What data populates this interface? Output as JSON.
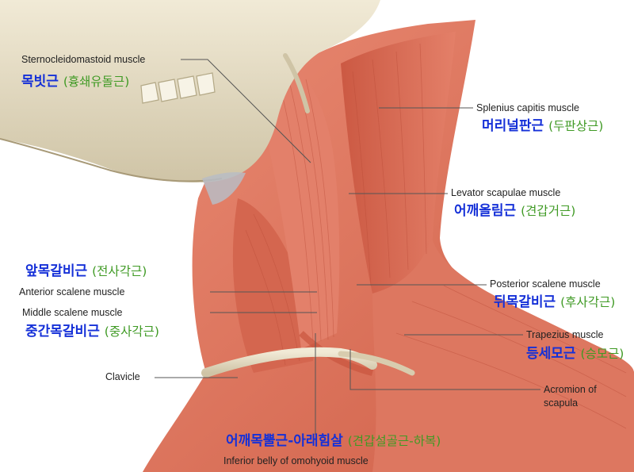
{
  "colors": {
    "english_text": "#222222",
    "korean_primary": "#1530d8",
    "korean_secondary": "#3f9a24",
    "leader_line": "#555555",
    "muscle": "#d9705a",
    "bone": "#e6dcc0"
  },
  "labels": {
    "scm": {
      "en": "Sternocleidomastoid muscle",
      "ko": "목빗근",
      "alt": "(흉쇄유돌근)"
    },
    "splenius": {
      "en": "Splenius capitis muscle",
      "ko": "머리널판근",
      "alt": "(두판상근)"
    },
    "levator": {
      "en": "Levator scapulae muscle",
      "ko": "어깨올림근",
      "alt": "(견갑거근)"
    },
    "anterior": {
      "en": "Anterior scalene muscle",
      "ko": "앞목갈비근",
      "alt": "(전사각근)"
    },
    "middle": {
      "en": "Middle scalene muscle",
      "ko": "중간목갈비근",
      "alt": "(중사각근)"
    },
    "posterior": {
      "en": "Posterior scalene muscle",
      "ko": "뒤목갈비근",
      "alt": "(후사각근)"
    },
    "trapezius": {
      "en": "Trapezius muscle",
      "ko": "등세모근",
      "alt": "(승모근)"
    },
    "clavicle": {
      "en": "Clavicle"
    },
    "acromion": {
      "en1": "Acromion of",
      "en2": "scapula"
    },
    "omohyoid": {
      "en": "Inferior belly of omohyoid muscle",
      "ko": "어깨목뿔근-아래힘살",
      "alt": "(견갑설골근-하복)"
    }
  }
}
